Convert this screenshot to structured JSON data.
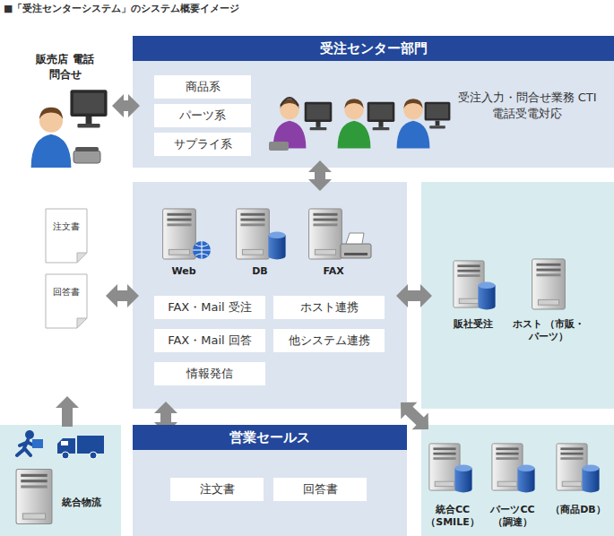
{
  "diagram": {
    "title": "■「受注センターシステム」のシステム概要イメージ",
    "nodes": [
      {
        "text": [
          "販売店 電話問合せ"
        ]
      },
      {
        "text": [
          "受注センター部門",
          "受注入力・問合せ業務 CTI 電話受電対応"
        ]
      },
      {
        "text": [
          "商品系"
        ],
        "in": 1
      },
      {
        "text": [
          "パーツ系"
        ],
        "in": 1
      },
      {
        "text": [
          "サプライ系"
        ],
        "in": 1
      },
      {
        "text": [
          "注文書"
        ]
      },
      {
        "text": [
          "回答書"
        ]
      },
      {
        "text": [
          "Web",
          "DB",
          "FAX"
        ]
      },
      {
        "text": [
          "FAX・Mail 受注"
        ],
        "in": 7
      },
      {
        "text": [
          "ホスト連携"
        ],
        "in": 7
      },
      {
        "text": [
          "FAX・Mail 回答"
        ],
        "in": 7
      },
      {
        "text": [
          "他システム連携"
        ],
        "in": 7
      },
      {
        "text": [
          "情報発信"
        ],
        "in": 7
      },
      {
        "text": [
          "販社受注",
          "ホスト （市販・パーツ）"
        ]
      },
      {
        "text": [
          "営業セールス"
        ]
      },
      {
        "text": [
          "注文書"
        ],
        "in": 14
      },
      {
        "text": [
          "回答書"
        ],
        "in": 14
      },
      {
        "text": [
          "統合物流"
        ]
      },
      {
        "text": [
          "統合CC （SMILE）",
          "パーツCC （調達）",
          "（商品DB）"
        ]
      }
    ],
    "edges": [
      {
        "from": 0,
        "to": 1,
        "arrow": "both"
      },
      {
        "from": 1,
        "to": 7,
        "arrow": "both"
      },
      {
        "from": 6,
        "to": 7,
        "arrow": "both"
      },
      {
        "from": 7,
        "to": 13,
        "arrow": "both"
      },
      {
        "from": 7,
        "to": 14,
        "arrow": "both"
      },
      {
        "from": 7,
        "to": 18,
        "arrow": "both"
      },
      {
        "from": 17,
        "to": 6,
        "arrow": "to"
      }
    ]
  }
}
